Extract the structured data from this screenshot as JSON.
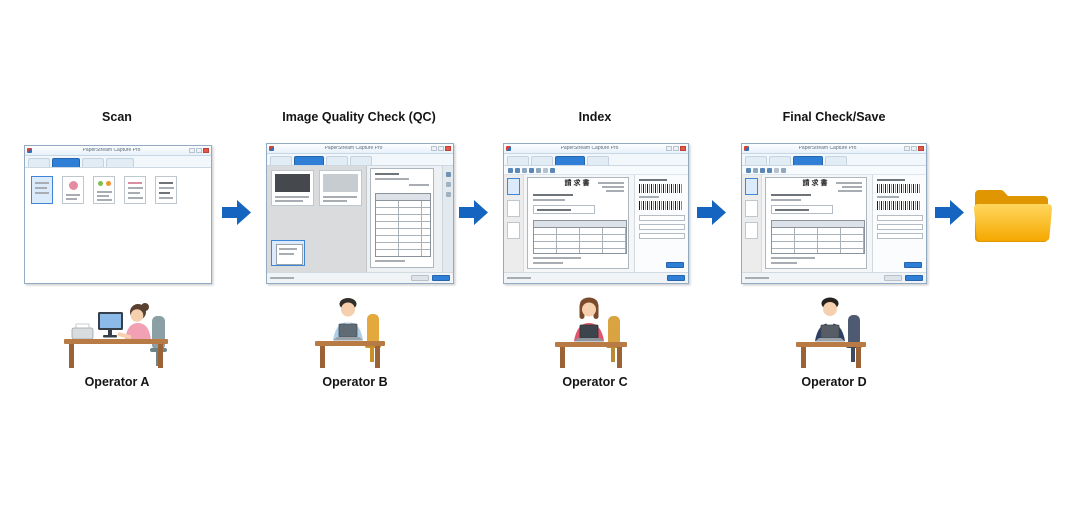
{
  "stages": [
    {
      "label": "Scan",
      "operator": "Operator A"
    },
    {
      "label": "Image Quality Check (QC)",
      "operator": "Operator B"
    },
    {
      "label": "Index",
      "operator": "Operator C"
    },
    {
      "label": "Final Check/Save",
      "operator": "Operator D"
    }
  ],
  "windows": {
    "scan": {
      "title": "PaperStream Capture Pro"
    },
    "qc": {
      "title": "PaperStream Capture Pro"
    },
    "index": {
      "title": "PaperStream Capture Pro"
    },
    "final": {
      "title": "PaperStream Capture Pro"
    }
  },
  "document": {
    "title": "請求書"
  },
  "colors": {
    "arrow_blue": "#1565c0",
    "active_tab_blue": "#2f7fd6",
    "selection_blue": "#3f86d8",
    "folder_dark": "#e09600",
    "folder_light": "#ffd75e",
    "desk_brown": "#b97b45"
  }
}
